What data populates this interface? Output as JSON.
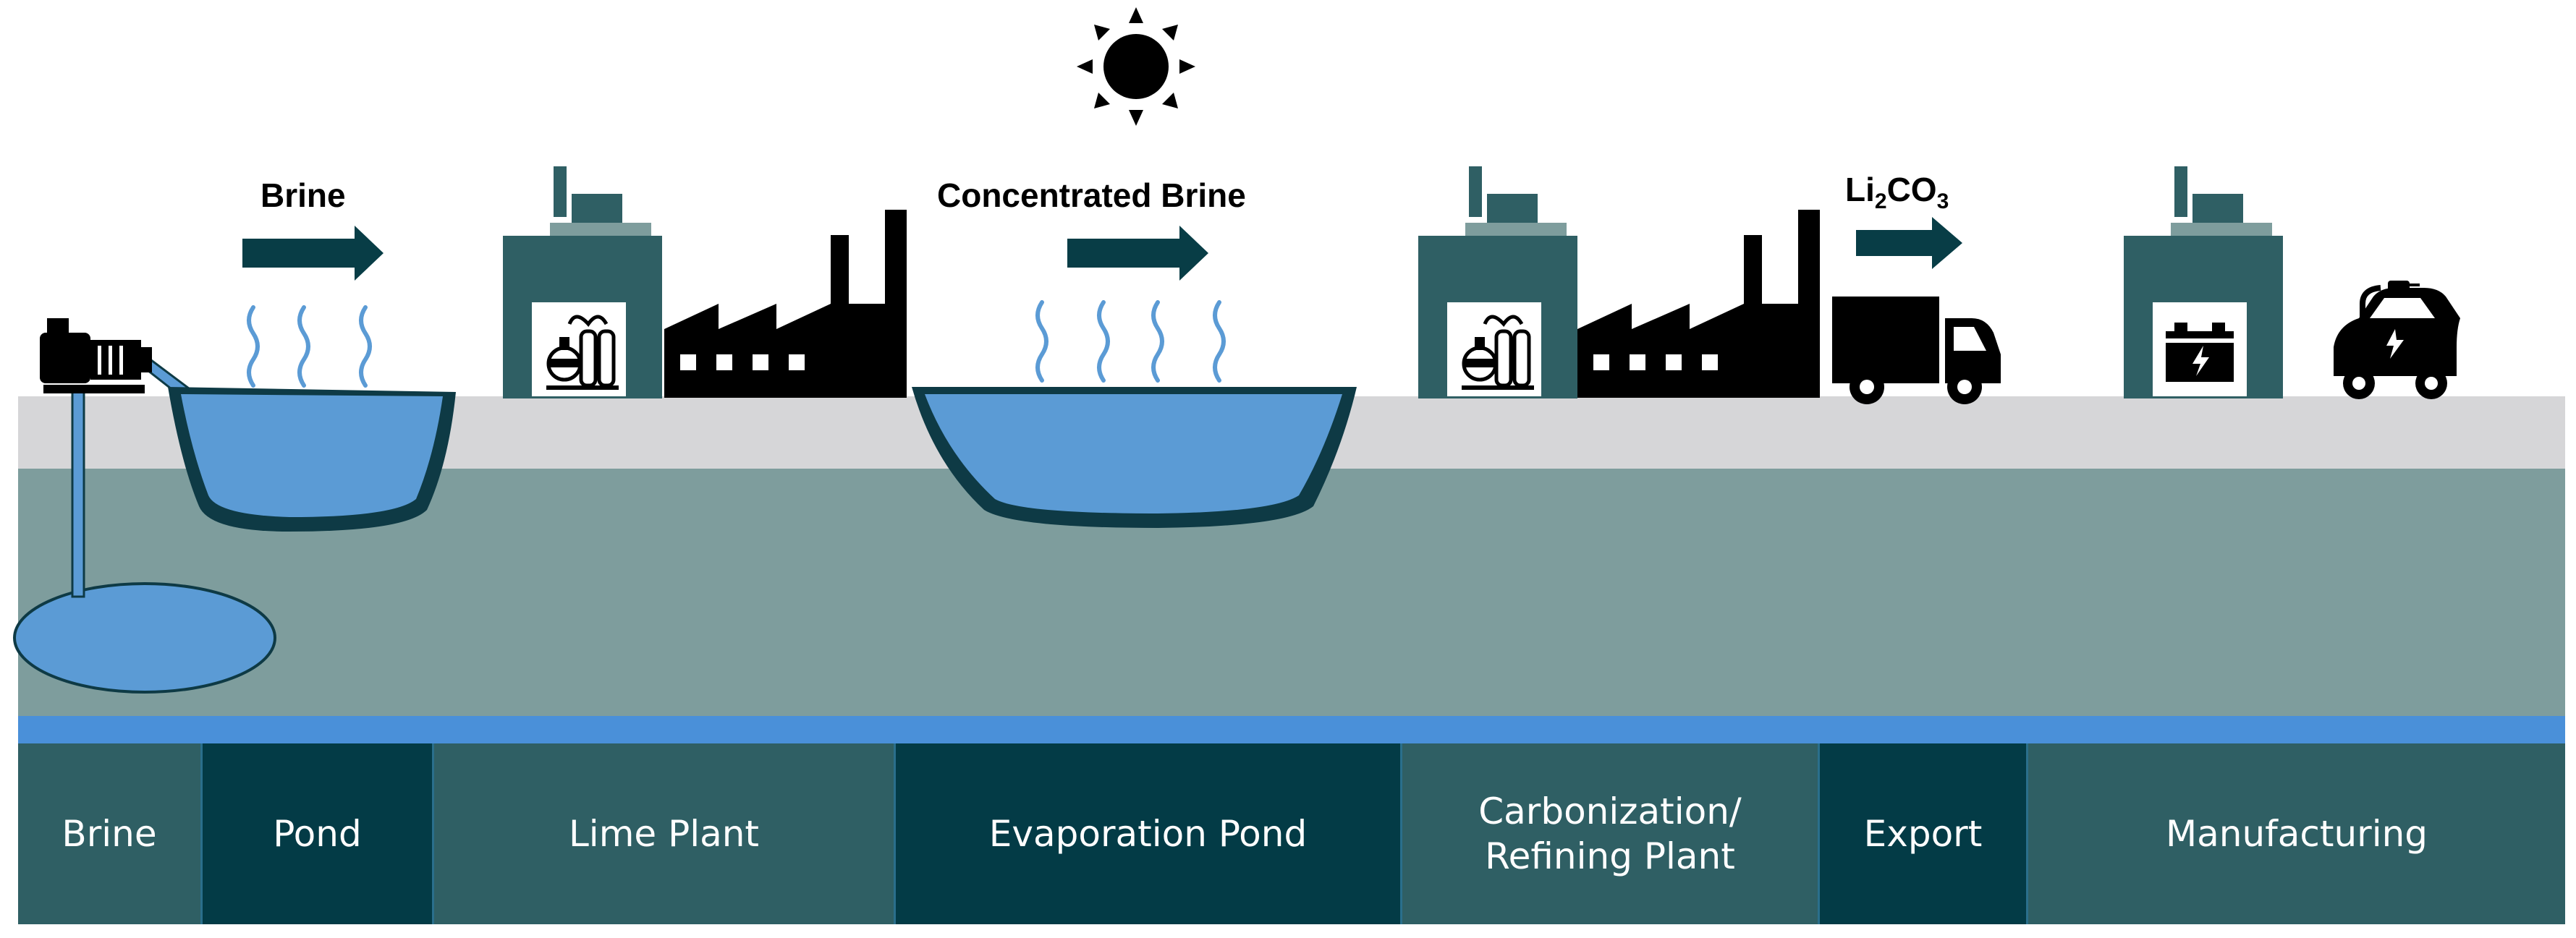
{
  "labels": {
    "brine_arrow": "Brine",
    "concentrated_arrow": "Concentrated Brine",
    "product": {
      "base": "Li",
      "sub1": "2",
      "mid": "CO",
      "sub2": "3"
    }
  },
  "stages": [
    {
      "label": "Brine"
    },
    {
      "label": "Pond"
    },
    {
      "label": "Lime Plant"
    },
    {
      "label": "Evaporation Pond"
    },
    {
      "label": "Carbonization/\nRefining Plant"
    },
    {
      "label": "Export"
    },
    {
      "label": "Manufacturing"
    }
  ],
  "colors": {
    "ground_surface": "#d6d6d8",
    "ground_body": "#7e9d9d",
    "water": "#5b9bd5",
    "pond_rim": "#0e3a45",
    "building": "#2f5f64",
    "arrow": "#083d46",
    "stage_mid": "#2f5f64",
    "stage_dark": "#033b46",
    "blue_band": "#4a90d9"
  },
  "icons": [
    "sun-icon",
    "pump-icon",
    "factory-icon",
    "chemical-plant-icon",
    "truck-icon",
    "battery-icon",
    "electric-car-icon"
  ]
}
